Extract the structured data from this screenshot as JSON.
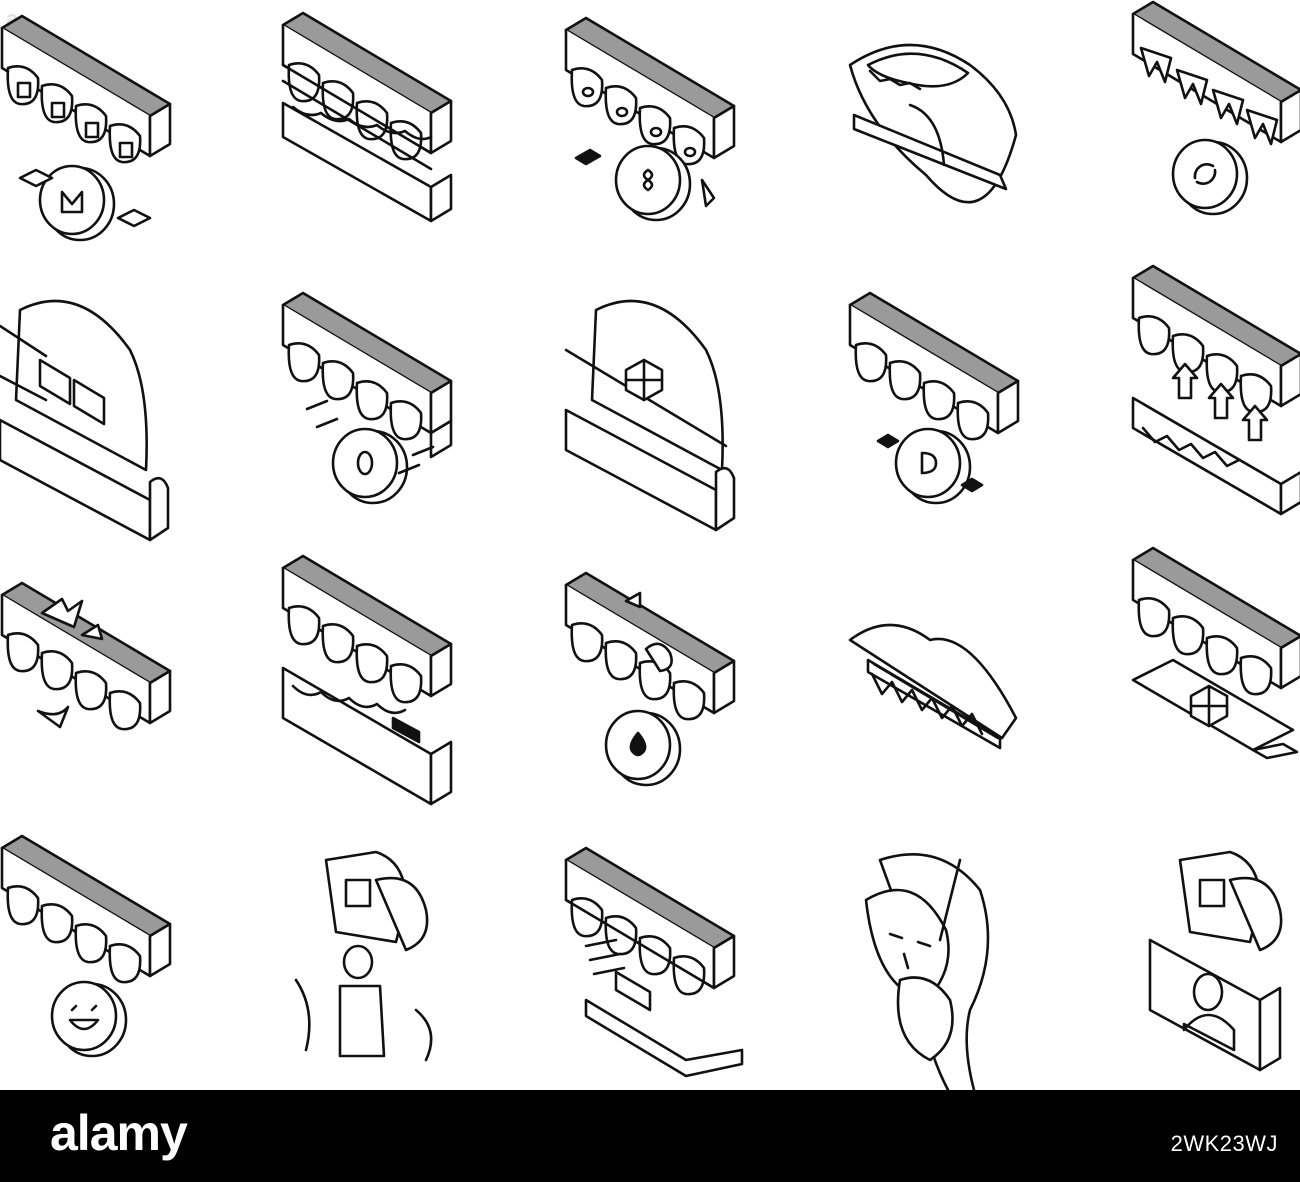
{
  "watermark": "a",
  "footer": {
    "logo_text": "alamy",
    "image_id": "2WK23WJ"
  },
  "colors": {
    "background": "#ffffff",
    "ink": "#111111",
    "gum_shade": "#9a9a9a",
    "footer_bg": "#000000",
    "footer_text": "#ffffff"
  },
  "icons": [
    {
      "row": 1,
      "col": 1,
      "name": "teeth-bracket-emblem-icon"
    },
    {
      "row": 1,
      "col": 2,
      "name": "teeth-braces-wire-icon"
    },
    {
      "row": 1,
      "col": 3,
      "name": "teeth-elastic-emblem-icon"
    },
    {
      "row": 1,
      "col": 4,
      "name": "mouth-brace-tool-icon"
    },
    {
      "row": 1,
      "col": 5,
      "name": "teeth-replacement-emblem-icon"
    },
    {
      "row": 2,
      "col": 1,
      "name": "tooth-bracket-closeup-icon"
    },
    {
      "row": 2,
      "col": 2,
      "name": "teeth-ceramic-bracket-icon"
    },
    {
      "row": 2,
      "col": 3,
      "name": "tooth-metal-bracket-icon"
    },
    {
      "row": 2,
      "col": 4,
      "name": "teeth-lingual-bracket-icon"
    },
    {
      "row": 2,
      "col": 5,
      "name": "jaw-expander-arrows-icon"
    },
    {
      "row": 3,
      "col": 1,
      "name": "teeth-broken-bracket-icon"
    },
    {
      "row": 3,
      "col": 2,
      "name": "teeth-overbite-jaws-icon"
    },
    {
      "row": 3,
      "col": 3,
      "name": "teeth-bleeding-gum-icon"
    },
    {
      "row": 3,
      "col": 4,
      "name": "smile-braces-lips-icon"
    },
    {
      "row": 3,
      "col": 5,
      "name": "teeth-bracket-pliers-icon"
    },
    {
      "row": 4,
      "col": 1,
      "name": "teeth-happy-smile-icon"
    },
    {
      "row": 4,
      "col": 2,
      "name": "orthodontist-chair-icon"
    },
    {
      "row": 4,
      "col": 3,
      "name": "teeth-brush-cleaning-icon"
    },
    {
      "row": 4,
      "col": 4,
      "name": "woman-toothache-icon"
    },
    {
      "row": 4,
      "col": 5,
      "name": "dental-consultation-monitor-icon"
    }
  ]
}
